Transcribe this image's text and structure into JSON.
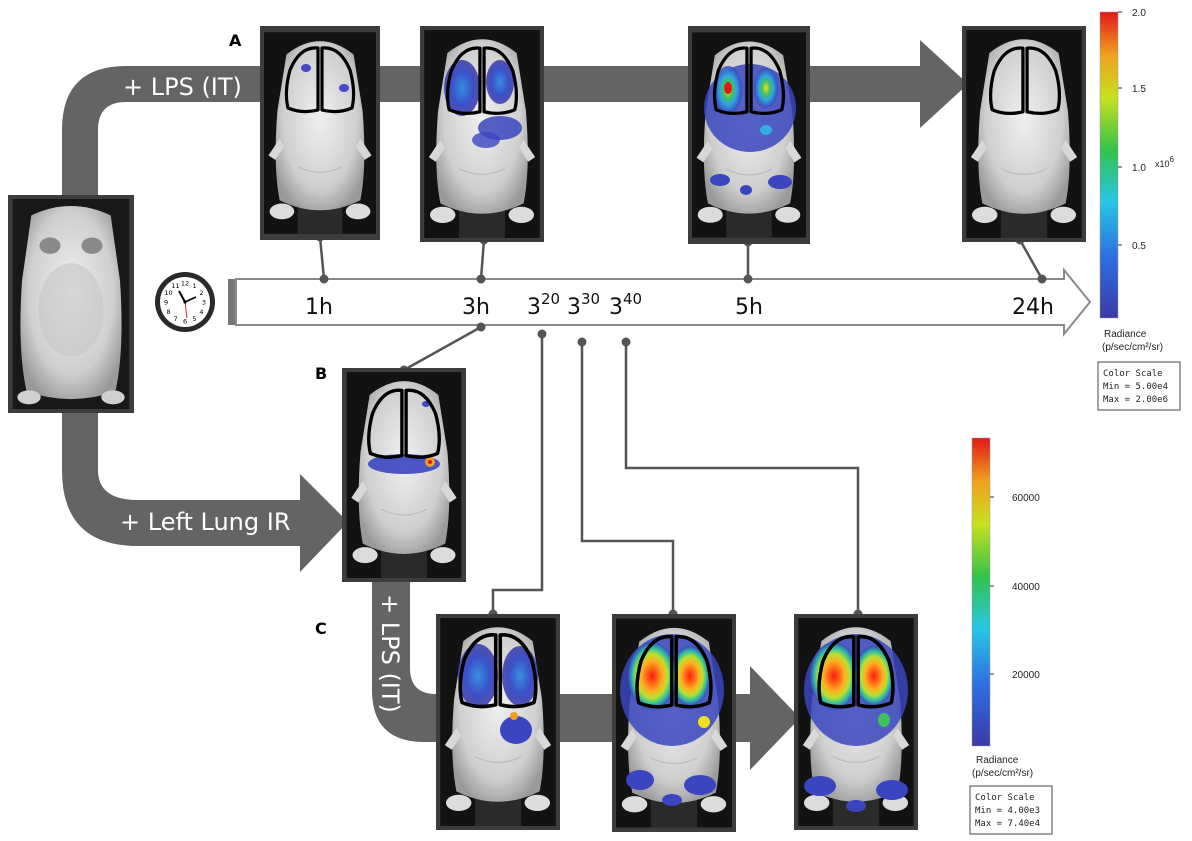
{
  "panel_labels": [
    "A",
    "B",
    "C"
  ],
  "pathway_labels": {
    "lps_top": "+ LPS (IT)",
    "left_lung_ir": "+ Left Lung IR",
    "lps_vertical": "+ LPS (IT)"
  },
  "timeline": {
    "ticks": [
      {
        "base": "1h",
        "sup": ""
      },
      {
        "base": "3h",
        "sup": ""
      },
      {
        "base": "3",
        "sup": "20"
      },
      {
        "base": "3",
        "sup": "30"
      },
      {
        "base": "3",
        "sup": "40"
      },
      {
        "base": "5h",
        "sup": ""
      },
      {
        "base": "24h",
        "sup": ""
      }
    ],
    "clock_numbers": [
      "12",
      "1",
      "2",
      "3",
      "4",
      "5",
      "6",
      "7",
      "8",
      "9",
      "10",
      "11"
    ]
  },
  "colorbar_a": {
    "ticks": [
      "2.0",
      "1.5",
      "1.0",
      "0.5"
    ],
    "exponent_label": "x10",
    "exponent": "6",
    "radiance_label": "Radiance",
    "units": "(p/sec/cm²/sr)",
    "scale_title": "Color Scale",
    "min_text": "Min = 5.00e4",
    "max_text": "Max = 2.00e6"
  },
  "colorbar_c": {
    "ticks": [
      "60000",
      "40000",
      "20000"
    ],
    "radiance_label": "Radiance",
    "units": "(p/sec/cm²/sr)",
    "scale_title": "Color Scale",
    "min_text": "Min = 4.00e3",
    "max_text": "Max = 7.40e4"
  },
  "colors": {
    "arrow_gray": "#646464",
    "frame_gray": "#3c3c3c",
    "photo_bg": "#101010",
    "connector": "#555555"
  }
}
